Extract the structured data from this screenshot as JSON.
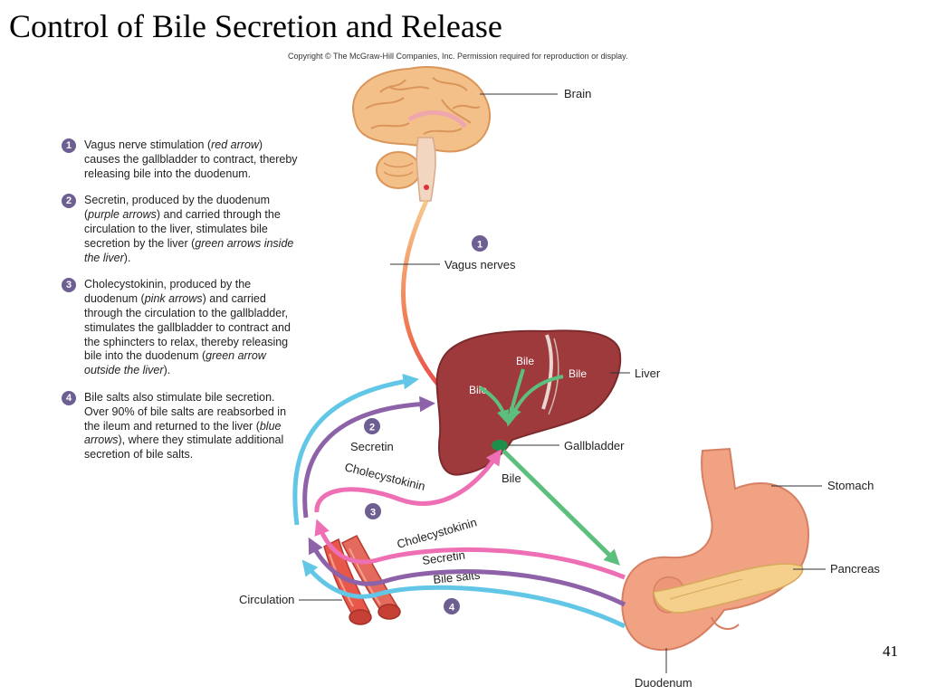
{
  "title": "Control of Bile Secretion and Release",
  "copyright": "Copyright © The McGraw-Hill Companies, Inc. Permission required for reproduction or display.",
  "page_number": "41",
  "steps": [
    {
      "num": "1",
      "parts": [
        {
          "t": "Vagus nerve stimulation ("
        },
        {
          "t": "red arrow",
          "i": true
        },
        {
          "t": ") causes the gallbladder to contract, thereby releasing bile into the duodenum."
        }
      ]
    },
    {
      "num": "2",
      "parts": [
        {
          "t": "Secretin, produced by the duodenum ("
        },
        {
          "t": "purple arrows",
          "i": true
        },
        {
          "t": ") and carried through the circulation to the liver, stimulates bile secretion by the liver ("
        },
        {
          "t": "green arrows inside the liver",
          "i": true
        },
        {
          "t": ")."
        }
      ]
    },
    {
      "num": "3",
      "parts": [
        {
          "t": "Cholecystokinin, produced by the duodenum ("
        },
        {
          "t": "pink arrows",
          "i": true
        },
        {
          "t": ") and carried through the circulation to the gallbladder, stimulates the gallbladder to contract and the sphincters to relax, thereby releasing bile into the duodenum ("
        },
        {
          "t": "green arrow outside the liver",
          "i": true
        },
        {
          "t": ")."
        }
      ]
    },
    {
      "num": "4",
      "parts": [
        {
          "t": "Bile salts also stimulate bile secretion. Over 90% of bile salts are reabsorbed in the ileum and returned to the liver ("
        },
        {
          "t": "blue arrows",
          "i": true
        },
        {
          "t": "), where they stimulate additional secretion of bile salts."
        }
      ]
    }
  ],
  "labels": {
    "brain": "Brain",
    "vagus": "Vagus nerves",
    "liver": "Liver",
    "bile_left": "Bile",
    "bile_top": "Bile",
    "bile_right": "Bile",
    "bile_lower": "Bile",
    "gallbladder": "Gallbladder",
    "stomach": "Stomach",
    "pancreas": "Pancreas",
    "duodenum": "Duodenum",
    "circulation": "Circulation",
    "secretin_upper": "Secretin",
    "cck_upper": "Cholecystokinin",
    "cck_lower": "Cholecystokinin",
    "secretin_lower": "Secretin",
    "bile_salts": "Bile salts"
  },
  "markers": {
    "m1": "1",
    "m2": "2",
    "m3": "3",
    "m4": "4"
  },
  "colors": {
    "vagus": "#f07a52",
    "secretin": "#8e62a8",
    "cck": "#ee6fb4",
    "bile": "#5dbf7e",
    "bile_salts": "#62c6e6",
    "badge": "#6e5f93"
  }
}
